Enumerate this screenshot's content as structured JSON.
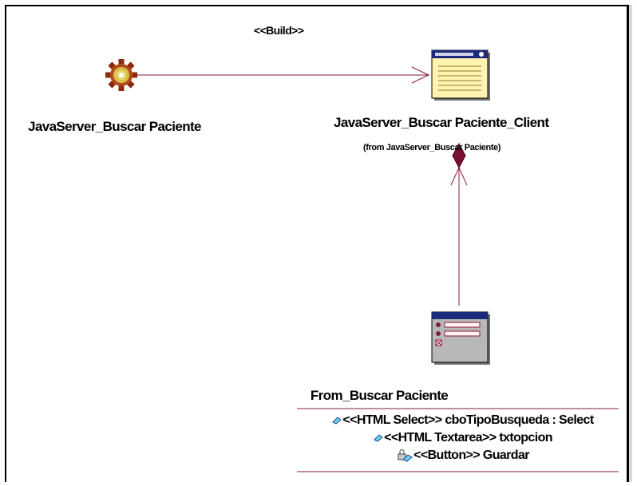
{
  "diagram": {
    "connector_stereotype": "<<Build>>",
    "server_page": {
      "name": "JavaServer_Buscar Paciente",
      "icon": "gear-icon"
    },
    "client_page": {
      "name": "JavaServer_Buscar Paciente_Client",
      "from_note": "(from JavaServer_Buscar Paciente)",
      "icon": "client-page-icon"
    },
    "form": {
      "name": "From_Buscar Paciente",
      "icon": "html-form-icon",
      "attributes": [
        {
          "text": "<<HTML Select>> cboTipoBusqueda : Select",
          "icon": "attribute-diamond-icon"
        },
        {
          "text": "<<HTML Textarea>> txtopcion",
          "icon": "attribute-diamond-icon"
        },
        {
          "text": "<<Button>> Guardar",
          "icon": "protected-attribute-icon"
        }
      ]
    },
    "colors": {
      "connector": "#8b1a3a",
      "gear": "#8b2a10",
      "page_header": "#1c2a7a",
      "page_body": "#fff3b0",
      "form_body": "#b8b8b8"
    }
  }
}
